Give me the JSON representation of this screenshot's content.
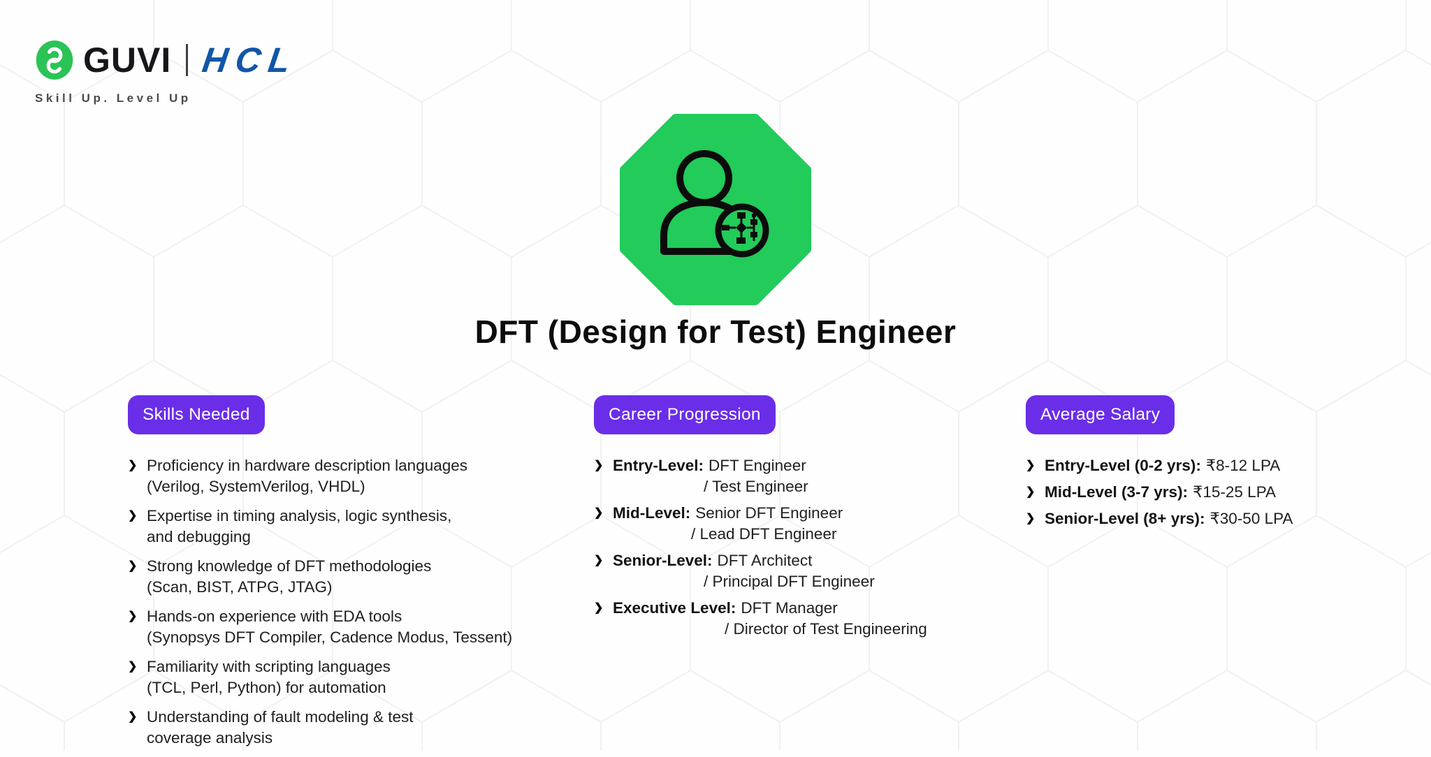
{
  "colors": {
    "badge_purple": "#6a2ee8",
    "octagon_green": "#22cb5a",
    "logo_green": "#2bc356",
    "hcl_blue": "#1156a7",
    "tagline_gray": "#4a4a4a"
  },
  "glyphs": {
    "bullet": "❯"
  },
  "header": {
    "guvi": "GUVI",
    "hcl": "HCL",
    "tagline": "Skill Up. Level Up"
  },
  "hero": {
    "title": "DFT (Design for Test) Engineer"
  },
  "sections": {
    "skills": {
      "badge": "Skills Needed",
      "items": [
        {
          "l1": "Proficiency in hardware description languages",
          "l2": "(Verilog, SystemVerilog, VHDL)"
        },
        {
          "l1": "Expertise in timing analysis, logic synthesis,",
          "l2": "and debugging"
        },
        {
          "l1": "Strong knowledge of DFT methodologies",
          "l2": "(Scan, BIST, ATPG, JTAG)"
        },
        {
          "l1": "Hands-on experience with EDA tools",
          "l2": "(Synopsys DFT Compiler, Cadence Modus, Tessent)"
        },
        {
          "l1": "Familiarity with scripting languages",
          "l2": "(TCL, Perl, Python) for automation"
        },
        {
          "l1": "Understanding of fault modeling & test",
          "l2": "coverage analysis"
        }
      ]
    },
    "career": {
      "badge": "Career Progression",
      "items": [
        {
          "label": "Entry-Level:",
          "role": "DFT Engineer",
          "sub": "/ Test Engineer"
        },
        {
          "label": "Mid-Level:",
          "role": "Senior DFT Engineer",
          "sub": "/ Lead DFT Engineer"
        },
        {
          "label": "Senior-Level:",
          "role": "DFT Architect",
          "sub": "/ Principal DFT Engineer"
        },
        {
          "label": "Executive Level:",
          "role": "DFT Manager",
          "sub": "/ Director of Test Engineering"
        }
      ]
    },
    "salary": {
      "badge": "Average Salary",
      "items": [
        {
          "label": "Entry-Level (0-2 yrs):",
          "value": "₹8-12 LPA"
        },
        {
          "label": "Mid-Level (3-7 yrs):",
          "value": "₹15-25 LPA"
        },
        {
          "label": "Senior-Level (8+ yrs):",
          "value": "₹30-50 LPA"
        }
      ]
    }
  }
}
